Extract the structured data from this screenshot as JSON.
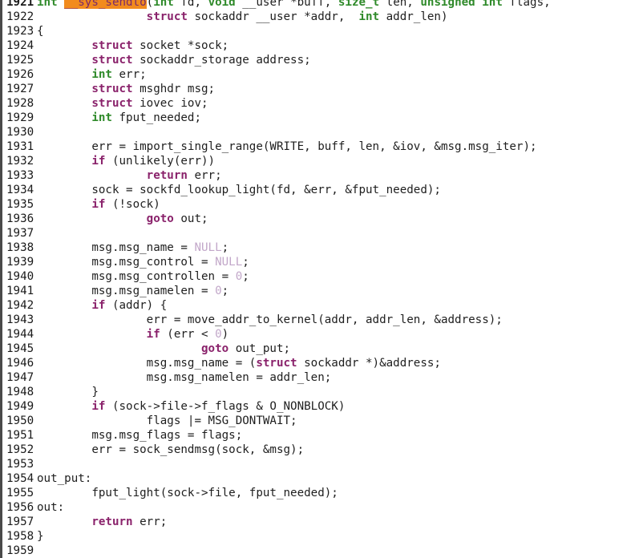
{
  "editor": {
    "colors": {
      "keyword": "#8a226b",
      "type": "#2f8a2a",
      "number": "#c2a7c9",
      "highlight_bg": "#f28b1e",
      "text": "#1e1e1e",
      "background": "#ffffff"
    },
    "lines": [
      {
        "n": "1921",
        "current": true,
        "tokens": [
          {
            "t": "int",
            "k": "type"
          },
          {
            "t": " ",
            "k": "plain"
          },
          {
            "t": "__sys_sendto",
            "k": "hl"
          },
          {
            "t": "(",
            "k": "plain"
          },
          {
            "t": "int",
            "k": "type"
          },
          {
            "t": " fd, ",
            "k": "plain"
          },
          {
            "t": "void",
            "k": "type"
          },
          {
            "t": " __user *buff, ",
            "k": "plain"
          },
          {
            "t": "size_t",
            "k": "type"
          },
          {
            "t": " len, ",
            "k": "plain"
          },
          {
            "t": "unsigned",
            "k": "type"
          },
          {
            "t": " ",
            "k": "plain"
          },
          {
            "t": "int",
            "k": "type"
          },
          {
            "t": " flags,",
            "k": "plain"
          }
        ]
      },
      {
        "n": "1922",
        "tokens": [
          {
            "t": "                ",
            "k": "plain"
          },
          {
            "t": "struct",
            "k": "kw"
          },
          {
            "t": " sockaddr __user *addr,  ",
            "k": "plain"
          },
          {
            "t": "int",
            "k": "type"
          },
          {
            "t": " addr_len)",
            "k": "plain"
          }
        ]
      },
      {
        "n": "1923",
        "tokens": [
          {
            "t": "{",
            "k": "plain"
          }
        ]
      },
      {
        "n": "1924",
        "tokens": [
          {
            "t": "        ",
            "k": "plain"
          },
          {
            "t": "struct",
            "k": "kw"
          },
          {
            "t": " socket *sock;",
            "k": "plain"
          }
        ]
      },
      {
        "n": "1925",
        "tokens": [
          {
            "t": "        ",
            "k": "plain"
          },
          {
            "t": "struct",
            "k": "kw"
          },
          {
            "t": " sockaddr_storage address;",
            "k": "plain"
          }
        ]
      },
      {
        "n": "1926",
        "tokens": [
          {
            "t": "        ",
            "k": "plain"
          },
          {
            "t": "int",
            "k": "type"
          },
          {
            "t": " err;",
            "k": "plain"
          }
        ]
      },
      {
        "n": "1927",
        "tokens": [
          {
            "t": "        ",
            "k": "plain"
          },
          {
            "t": "struct",
            "k": "kw"
          },
          {
            "t": " msghdr msg;",
            "k": "plain"
          }
        ]
      },
      {
        "n": "1928",
        "tokens": [
          {
            "t": "        ",
            "k": "plain"
          },
          {
            "t": "struct",
            "k": "kw"
          },
          {
            "t": " iovec iov;",
            "k": "plain"
          }
        ]
      },
      {
        "n": "1929",
        "tokens": [
          {
            "t": "        ",
            "k": "plain"
          },
          {
            "t": "int",
            "k": "type"
          },
          {
            "t": " fput_needed;",
            "k": "plain"
          }
        ]
      },
      {
        "n": "1930",
        "tokens": []
      },
      {
        "n": "1931",
        "tokens": [
          {
            "t": "        err = import_single_range(WRITE, buff, len, &iov, &msg.msg_iter);",
            "k": "plain"
          }
        ]
      },
      {
        "n": "1932",
        "tokens": [
          {
            "t": "        ",
            "k": "plain"
          },
          {
            "t": "if",
            "k": "kw"
          },
          {
            "t": " (unlikely(err))",
            "k": "plain"
          }
        ]
      },
      {
        "n": "1933",
        "tokens": [
          {
            "t": "                ",
            "k": "plain"
          },
          {
            "t": "return",
            "k": "kw"
          },
          {
            "t": " err;",
            "k": "plain"
          }
        ]
      },
      {
        "n": "1934",
        "tokens": [
          {
            "t": "        sock = sockfd_lookup_light(fd, &err, &fput_needed);",
            "k": "plain"
          }
        ]
      },
      {
        "n": "1935",
        "tokens": [
          {
            "t": "        ",
            "k": "plain"
          },
          {
            "t": "if",
            "k": "kw"
          },
          {
            "t": " (!sock)",
            "k": "plain"
          }
        ]
      },
      {
        "n": "1936",
        "tokens": [
          {
            "t": "                ",
            "k": "plain"
          },
          {
            "t": "goto",
            "k": "kw"
          },
          {
            "t": " out;",
            "k": "plain"
          }
        ]
      },
      {
        "n": "1937",
        "tokens": []
      },
      {
        "n": "1938",
        "tokens": [
          {
            "t": "        msg.msg_name = ",
            "k": "plain"
          },
          {
            "t": "NULL",
            "k": "num"
          },
          {
            "t": ";",
            "k": "plain"
          }
        ]
      },
      {
        "n": "1939",
        "tokens": [
          {
            "t": "        msg.msg_control = ",
            "k": "plain"
          },
          {
            "t": "NULL",
            "k": "num"
          },
          {
            "t": ";",
            "k": "plain"
          }
        ]
      },
      {
        "n": "1940",
        "tokens": [
          {
            "t": "        msg.msg_controllen = ",
            "k": "plain"
          },
          {
            "t": "0",
            "k": "num"
          },
          {
            "t": ";",
            "k": "plain"
          }
        ]
      },
      {
        "n": "1941",
        "tokens": [
          {
            "t": "        msg.msg_namelen = ",
            "k": "plain"
          },
          {
            "t": "0",
            "k": "num"
          },
          {
            "t": ";",
            "k": "plain"
          }
        ]
      },
      {
        "n": "1942",
        "tokens": [
          {
            "t": "        ",
            "k": "plain"
          },
          {
            "t": "if",
            "k": "kw"
          },
          {
            "t": " (addr) {",
            "k": "plain"
          }
        ]
      },
      {
        "n": "1943",
        "tokens": [
          {
            "t": "                err = move_addr_to_kernel(addr, addr_len, &address);",
            "k": "plain"
          }
        ]
      },
      {
        "n": "1944",
        "tokens": [
          {
            "t": "                ",
            "k": "plain"
          },
          {
            "t": "if",
            "k": "kw"
          },
          {
            "t": " (err < ",
            "k": "plain"
          },
          {
            "t": "0",
            "k": "num"
          },
          {
            "t": ")",
            "k": "plain"
          }
        ]
      },
      {
        "n": "1945",
        "tokens": [
          {
            "t": "                        ",
            "k": "plain"
          },
          {
            "t": "goto",
            "k": "kw"
          },
          {
            "t": " out_put;",
            "k": "plain"
          }
        ]
      },
      {
        "n": "1946",
        "tokens": [
          {
            "t": "                msg.msg_name = (",
            "k": "plain"
          },
          {
            "t": "struct",
            "k": "kw"
          },
          {
            "t": " sockaddr *)&address;",
            "k": "plain"
          }
        ]
      },
      {
        "n": "1947",
        "tokens": [
          {
            "t": "                msg.msg_namelen = addr_len;",
            "k": "plain"
          }
        ]
      },
      {
        "n": "1948",
        "tokens": [
          {
            "t": "        }",
            "k": "plain"
          }
        ]
      },
      {
        "n": "1949",
        "tokens": [
          {
            "t": "        ",
            "k": "plain"
          },
          {
            "t": "if",
            "k": "kw"
          },
          {
            "t": " (sock->file->f_flags & O_NONBLOCK)",
            "k": "plain"
          }
        ]
      },
      {
        "n": "1950",
        "tokens": [
          {
            "t": "                flags |= MSG_DONTWAIT;",
            "k": "plain"
          }
        ]
      },
      {
        "n": "1951",
        "tokens": [
          {
            "t": "        msg.msg_flags = flags;",
            "k": "plain"
          }
        ]
      },
      {
        "n": "1952",
        "tokens": [
          {
            "t": "        err = sock_sendmsg(sock, &msg);",
            "k": "plain"
          }
        ]
      },
      {
        "n": "1953",
        "tokens": []
      },
      {
        "n": "1954",
        "tokens": [
          {
            "t": "out_put:",
            "k": "plain"
          }
        ]
      },
      {
        "n": "1955",
        "tokens": [
          {
            "t": "        fput_light(sock->file, fput_needed);",
            "k": "plain"
          }
        ]
      },
      {
        "n": "1956",
        "tokens": [
          {
            "t": "out:",
            "k": "plain"
          }
        ]
      },
      {
        "n": "1957",
        "tokens": [
          {
            "t": "        ",
            "k": "plain"
          },
          {
            "t": "return",
            "k": "kw"
          },
          {
            "t": " err;",
            "k": "plain"
          }
        ]
      },
      {
        "n": "1958",
        "tokens": [
          {
            "t": "}",
            "k": "plain"
          }
        ]
      },
      {
        "n": "1959",
        "tokens": []
      }
    ]
  }
}
